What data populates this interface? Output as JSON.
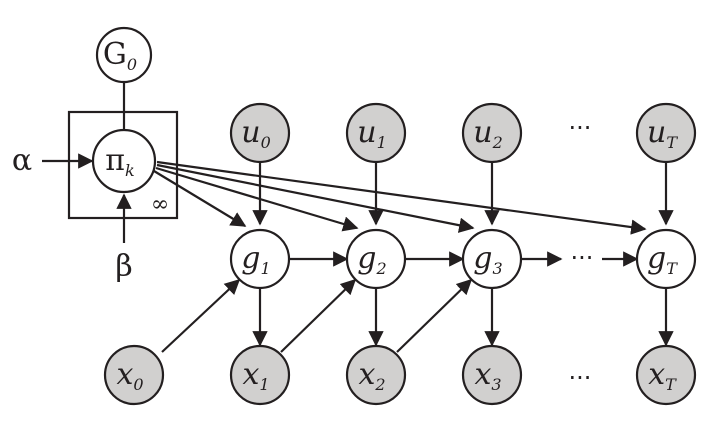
{
  "nodes": {
    "G0": {
      "base": "G",
      "sub": "0",
      "observed": false
    },
    "pi": {
      "base": "π",
      "sub": "k",
      "observed": false
    },
    "u0": {
      "base": "u",
      "sub": "0",
      "observed": true
    },
    "u1": {
      "base": "u",
      "sub": "1",
      "observed": true
    },
    "u2": {
      "base": "u",
      "sub": "2",
      "observed": true
    },
    "uT": {
      "base": "u",
      "sub": "T",
      "observed": true
    },
    "g1": {
      "base": "g",
      "sub": "1",
      "observed": false
    },
    "g2": {
      "base": "g",
      "sub": "2",
      "observed": false
    },
    "g3": {
      "base": "g",
      "sub": "3",
      "observed": false
    },
    "gT": {
      "base": "g",
      "sub": "T",
      "observed": false
    },
    "x0": {
      "base": "x",
      "sub": "0",
      "observed": true
    },
    "x1": {
      "base": "x",
      "sub": "1",
      "observed": true
    },
    "x2": {
      "base": "x",
      "sub": "2",
      "observed": true
    },
    "x3": {
      "base": "x",
      "sub": "3",
      "observed": true
    },
    "xT": {
      "base": "x",
      "sub": "T",
      "observed": true
    }
  },
  "hyperparameters": {
    "alpha": "α",
    "beta": "β"
  },
  "plate": {
    "label": "∞"
  },
  "ellipsis": {
    "u_row": "···",
    "g_row": "···",
    "x_row": "···"
  },
  "colors": {
    "observed_fill": "#d1d0cf",
    "latent_fill": "#ffffff",
    "stroke": "#231f20"
  },
  "edges": [
    [
      "G0",
      "pi"
    ],
    [
      "alpha",
      "pi"
    ],
    [
      "beta",
      "pi"
    ],
    [
      "pi",
      "g1"
    ],
    [
      "pi",
      "g2"
    ],
    [
      "pi",
      "g3"
    ],
    [
      "pi",
      "gT"
    ],
    [
      "u0",
      "g1"
    ],
    [
      "u1",
      "g2"
    ],
    [
      "u2",
      "g3"
    ],
    [
      "uT",
      "gT"
    ],
    [
      "g1",
      "g2"
    ],
    [
      "g2",
      "g3"
    ],
    [
      "g3",
      "g_ellipsis"
    ],
    [
      "g_ellipsis",
      "gT"
    ],
    [
      "g1",
      "x1"
    ],
    [
      "g2",
      "x2"
    ],
    [
      "g3",
      "x3"
    ],
    [
      "gT",
      "xT"
    ],
    [
      "x0",
      "g1"
    ],
    [
      "x1",
      "g2"
    ],
    [
      "x2",
      "g3"
    ]
  ]
}
